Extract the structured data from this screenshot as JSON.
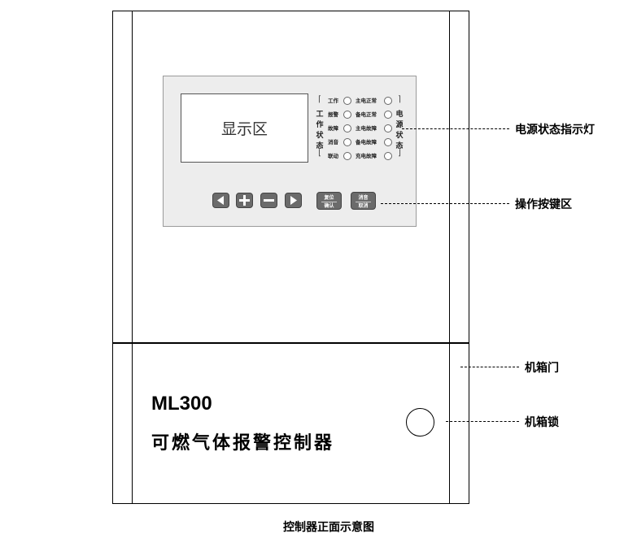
{
  "display_area_label": "显示区",
  "work_status_label": [
    "工",
    "作",
    "状",
    "态"
  ],
  "power_status_label": [
    "电",
    "源",
    "状",
    "态"
  ],
  "work_indicators": [
    "工作",
    "报警",
    "故障",
    "消音",
    "联动"
  ],
  "power_indicators": [
    "主电正常",
    "备电正常",
    "主电故障",
    "备电故障",
    "充电故障"
  ],
  "keys": {
    "reset_confirm": [
      "复位",
      "确认"
    ],
    "silence_cancel": [
      "消音",
      "取消"
    ]
  },
  "callouts": {
    "power_indicator_lights": "电源状态指示灯",
    "operation_keys_area": "操作按键区",
    "cabinet_door": "机箱门",
    "cabinet_lock": "机箱锁"
  },
  "product": {
    "model": "ML300",
    "name": "可燃气体报警控制器"
  },
  "caption": "控制器正面示意图",
  "colors": {
    "panel": "#ededed",
    "key": "#6b6b6b"
  }
}
